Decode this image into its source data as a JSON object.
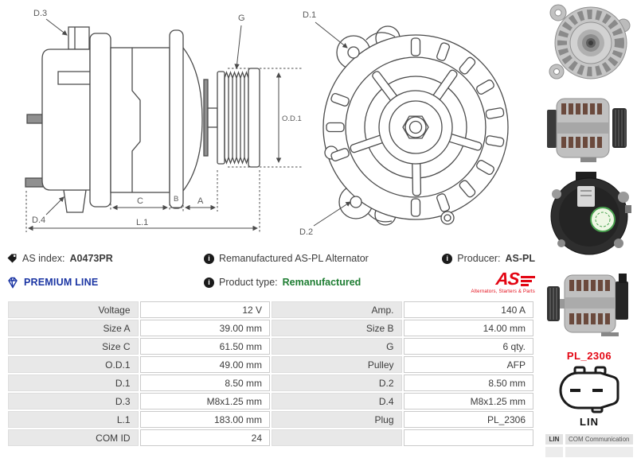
{
  "drawings": {
    "side_view": {
      "labels": {
        "d3": "D.3",
        "g": "G",
        "od1": "O.D.1",
        "d4": "D.4",
        "c": "C",
        "b": "B",
        "a": "A",
        "l1": "L.1"
      }
    },
    "front_view": {
      "labels": {
        "d1": "D.1",
        "d2": "D.2"
      }
    }
  },
  "info_bar": {
    "as_index": {
      "label": "AS index:",
      "value": "A0473PR"
    },
    "premium_line": "PREMIUM LINE",
    "description": "Remanufactured AS-PL Alternator",
    "product_type": {
      "label": "Product type:",
      "value": "Remanufactured"
    },
    "producer": {
      "label": "Producer:",
      "value": "AS-PL"
    },
    "logo": {
      "text": "AS",
      "tagline": "Alternators, Starters & Parts"
    }
  },
  "spec_table": {
    "rows": [
      {
        "label_left": "Voltage",
        "value_left": "12 V",
        "label_right": "Amp.",
        "value_right": "140 A"
      },
      {
        "label_left": "Size A",
        "value_left": "39.00 mm",
        "label_right": "Size B",
        "value_right": "14.00 mm"
      },
      {
        "label_left": "Size C",
        "value_left": "61.50 mm",
        "label_right": "G",
        "value_right": "6 qty."
      },
      {
        "label_left": "O.D.1",
        "value_left": "49.00 mm",
        "label_right": "Pulley",
        "value_right": "AFP"
      },
      {
        "label_left": "D.1",
        "value_left": "8.50 mm",
        "label_right": "D.2",
        "value_right": "8.50 mm"
      },
      {
        "label_left": "D.3",
        "value_left": "M8x1.25 mm",
        "label_right": "D.4",
        "value_right": "M8x1.25 mm"
      },
      {
        "label_left": "L.1",
        "value_left": "183.00 mm",
        "label_right": "Plug",
        "value_right": "PL_2306"
      },
      {
        "label_left": "COM ID",
        "value_left": "24",
        "label_right": "",
        "value_right": ""
      }
    ]
  },
  "plug": {
    "code": "PL_2306",
    "connector_label": "LIN",
    "pin_table": {
      "rows": [
        {
          "pin": "LIN",
          "description": "COM Communication"
        },
        {
          "pin": "",
          "description": ""
        },
        {
          "pin": "",
          "description": ""
        }
      ]
    }
  },
  "colors": {
    "premium_blue": "#1b35a3",
    "product_type_green": "#1e7d32",
    "brand_red": "#e30613",
    "table_label_bg": "#e8e8e8",
    "drawing_line": "#4b4b4b"
  }
}
